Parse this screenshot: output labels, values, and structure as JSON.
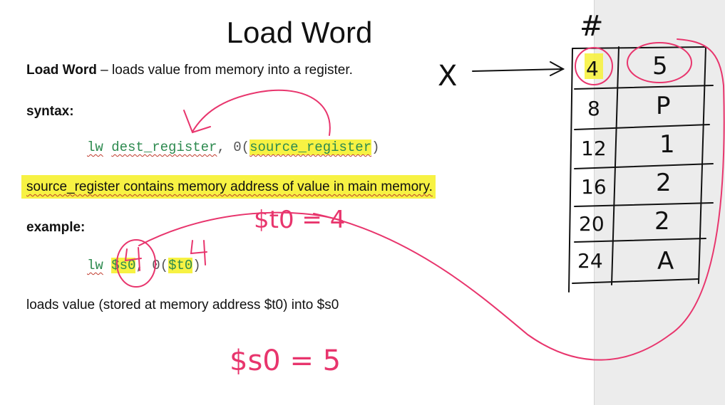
{
  "slide": {
    "title": "Load Word",
    "definition_term": "Load Word",
    "definition_rest": " – loads value from memory into a register.",
    "syntax_label": "syntax:",
    "syntax_code": {
      "op": "lw",
      "dest": "dest_register",
      "comma_offset": ", 0",
      "open_paren": "(",
      "source": "source_register",
      "close_paren": ")"
    },
    "source_note": "source_register contains memory address of value in main memory.",
    "example_label": "example:",
    "example_code": {
      "op": "lw",
      "dest": "$s0",
      "comma_offset": ", 0",
      "open_paren": "(",
      "source": "$t0",
      "close_paren": ")"
    },
    "loads_note": "loads value (stored at memory address $t0) into $s0"
  },
  "annotations": {
    "x_label": "X",
    "hash_label": "#",
    "t0_note": "$t0 = 4",
    "s0_note": "$s0 = 5",
    "small_4": "4",
    "ink_color": "#e8356d",
    "pen_color": "#111111",
    "memory_table": {
      "addresses": [
        "4",
        "8",
        "12",
        "16",
        "20",
        "24"
      ],
      "values": [
        "5",
        "P",
        "1",
        "2",
        "2",
        "A"
      ]
    }
  }
}
